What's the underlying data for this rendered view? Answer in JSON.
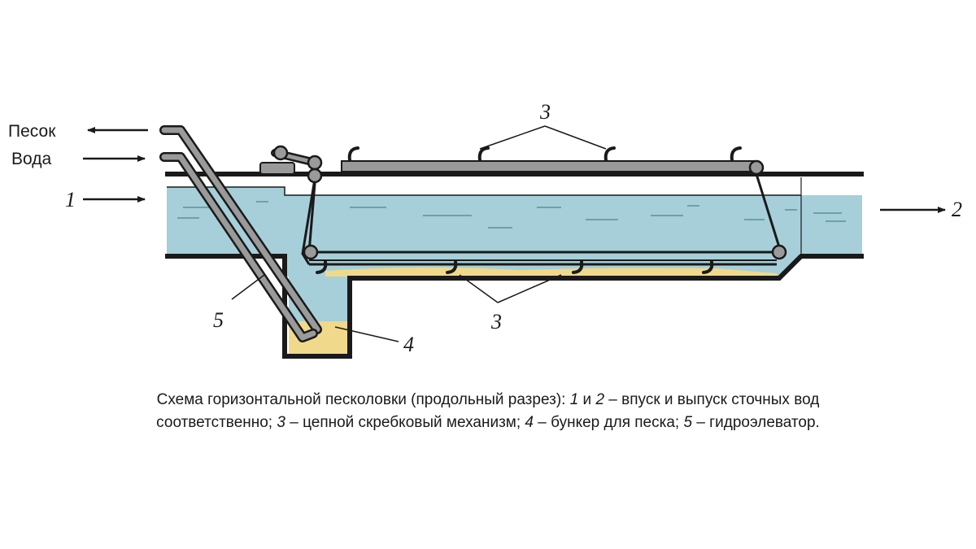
{
  "labels": {
    "sand": "Песок",
    "water": "Вода",
    "n1": "1",
    "n2": "2",
    "n3_top": "3",
    "n3_bottom": "3",
    "n4": "4",
    "n5": "5"
  },
  "caption": {
    "p1": "Схема горизонтальной песколовки (продольный разрез): ",
    "i1": "1",
    "p2": " и ",
    "i2": "2",
    "p3": " – впуск и выпуск сточных вод",
    "p4": "соответственно; ",
    "i3": "3",
    "p5": " – цепной скребковый механизм; ",
    "i4": "4",
    "p6": " – бункер для песка; ",
    "i5": "5",
    "p7": " – гидроэлеватор."
  },
  "colors": {
    "water": "#a6cfd9",
    "sand": "#f0d98a",
    "metal": "#9a9a9a",
    "outline": "#1a1a1a"
  }
}
